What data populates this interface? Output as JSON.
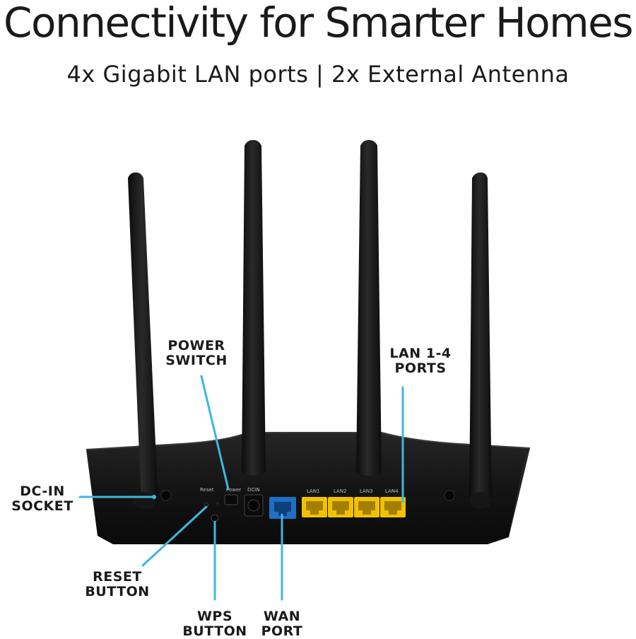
{
  "header": {
    "title": "Connectivity for Smarter Homes",
    "subtitle": "4x Gigabit LAN ports | 2x External Antenna"
  },
  "callouts": {
    "power_switch": [
      "POWER",
      "SWITCH"
    ],
    "lan_ports": [
      "LAN 1-4",
      "PORTS"
    ],
    "dc_in": [
      "DC-IN",
      "SOCKET"
    ],
    "reset": [
      "RESET",
      "BUTTON"
    ],
    "wps": [
      "WPS",
      "BUTTON"
    ],
    "wan": [
      "WAN",
      "PORT"
    ]
  },
  "panel_labels": {
    "reset": "Reset",
    "power": "Power",
    "dcin": "DCIN",
    "lan1": "LAN1",
    "lan2": "LAN2",
    "lan3": "LAN3",
    "lan4": "LAN4"
  },
  "colors": {
    "leader_line": "#3fb6df",
    "lan_port": "#f2c200",
    "wan_port": "#1f6fc4",
    "router_body": "#141414"
  }
}
